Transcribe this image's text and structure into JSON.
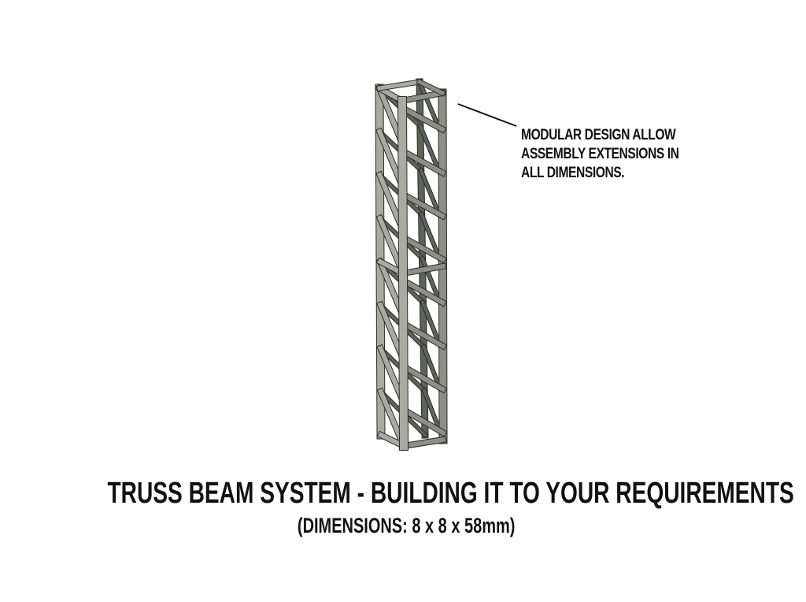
{
  "callout": {
    "lines": [
      "MODULAR DESIGN ALLOW",
      "ASSEMBLY EXTENSIONS IN",
      "ALL DIMENSIONS."
    ]
  },
  "caption": {
    "title": "TRUSS BEAM SYSTEM - BUILDING IT TO YOUR REQUIREMENTS",
    "subtitle": "(DIMENSIONS: 8 x 8 x 58mm)"
  },
  "colors": {
    "truss_light": "#a9aba3",
    "truss_mid": "#8d8f87",
    "truss_dark": "#5f615b",
    "outline": "#2b2b28",
    "text": "#111111"
  }
}
